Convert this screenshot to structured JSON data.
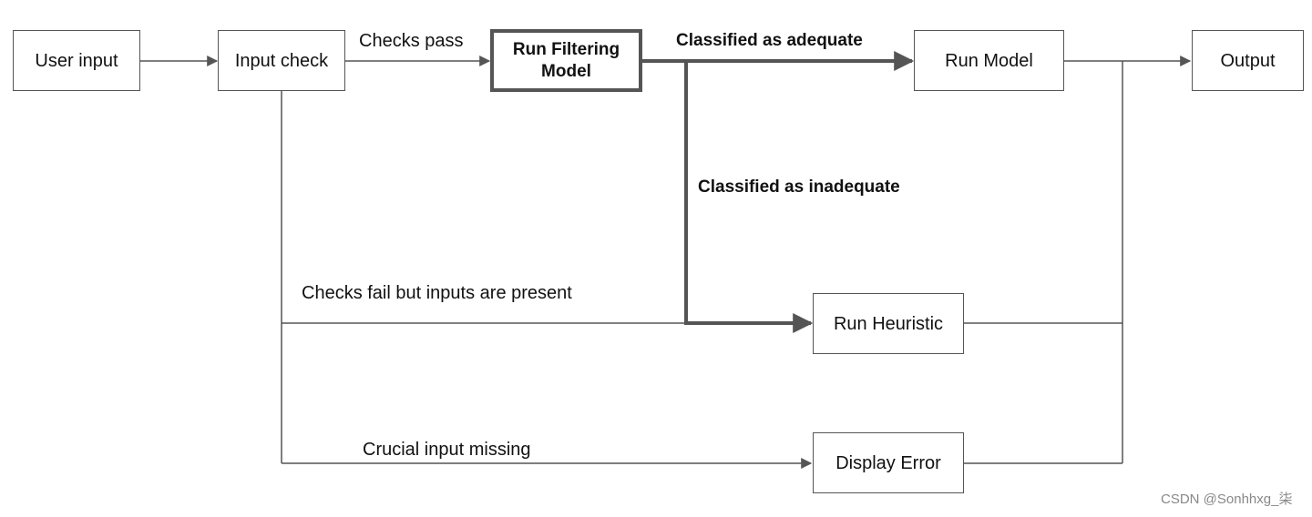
{
  "nodes": {
    "user_input": "User input",
    "input_check": "Input check",
    "run_filtering_model": "Run Filtering\nModel",
    "run_model": "Run Model",
    "output": "Output",
    "run_heuristic": "Run Heuristic",
    "display_error": "Display Error"
  },
  "edge_labels": {
    "checks_pass": "Checks pass",
    "classified_adequate": "Classified as adequate",
    "classified_inadequate": "Classified as inadequate",
    "checks_fail_inputs_present": "Checks fail but inputs are present",
    "crucial_input_missing": "Crucial input missing"
  },
  "watermark": "CSDN @Sonhhxg_柒",
  "colors": {
    "line": "#555555",
    "text": "#111111",
    "watermark": "#888888"
  }
}
